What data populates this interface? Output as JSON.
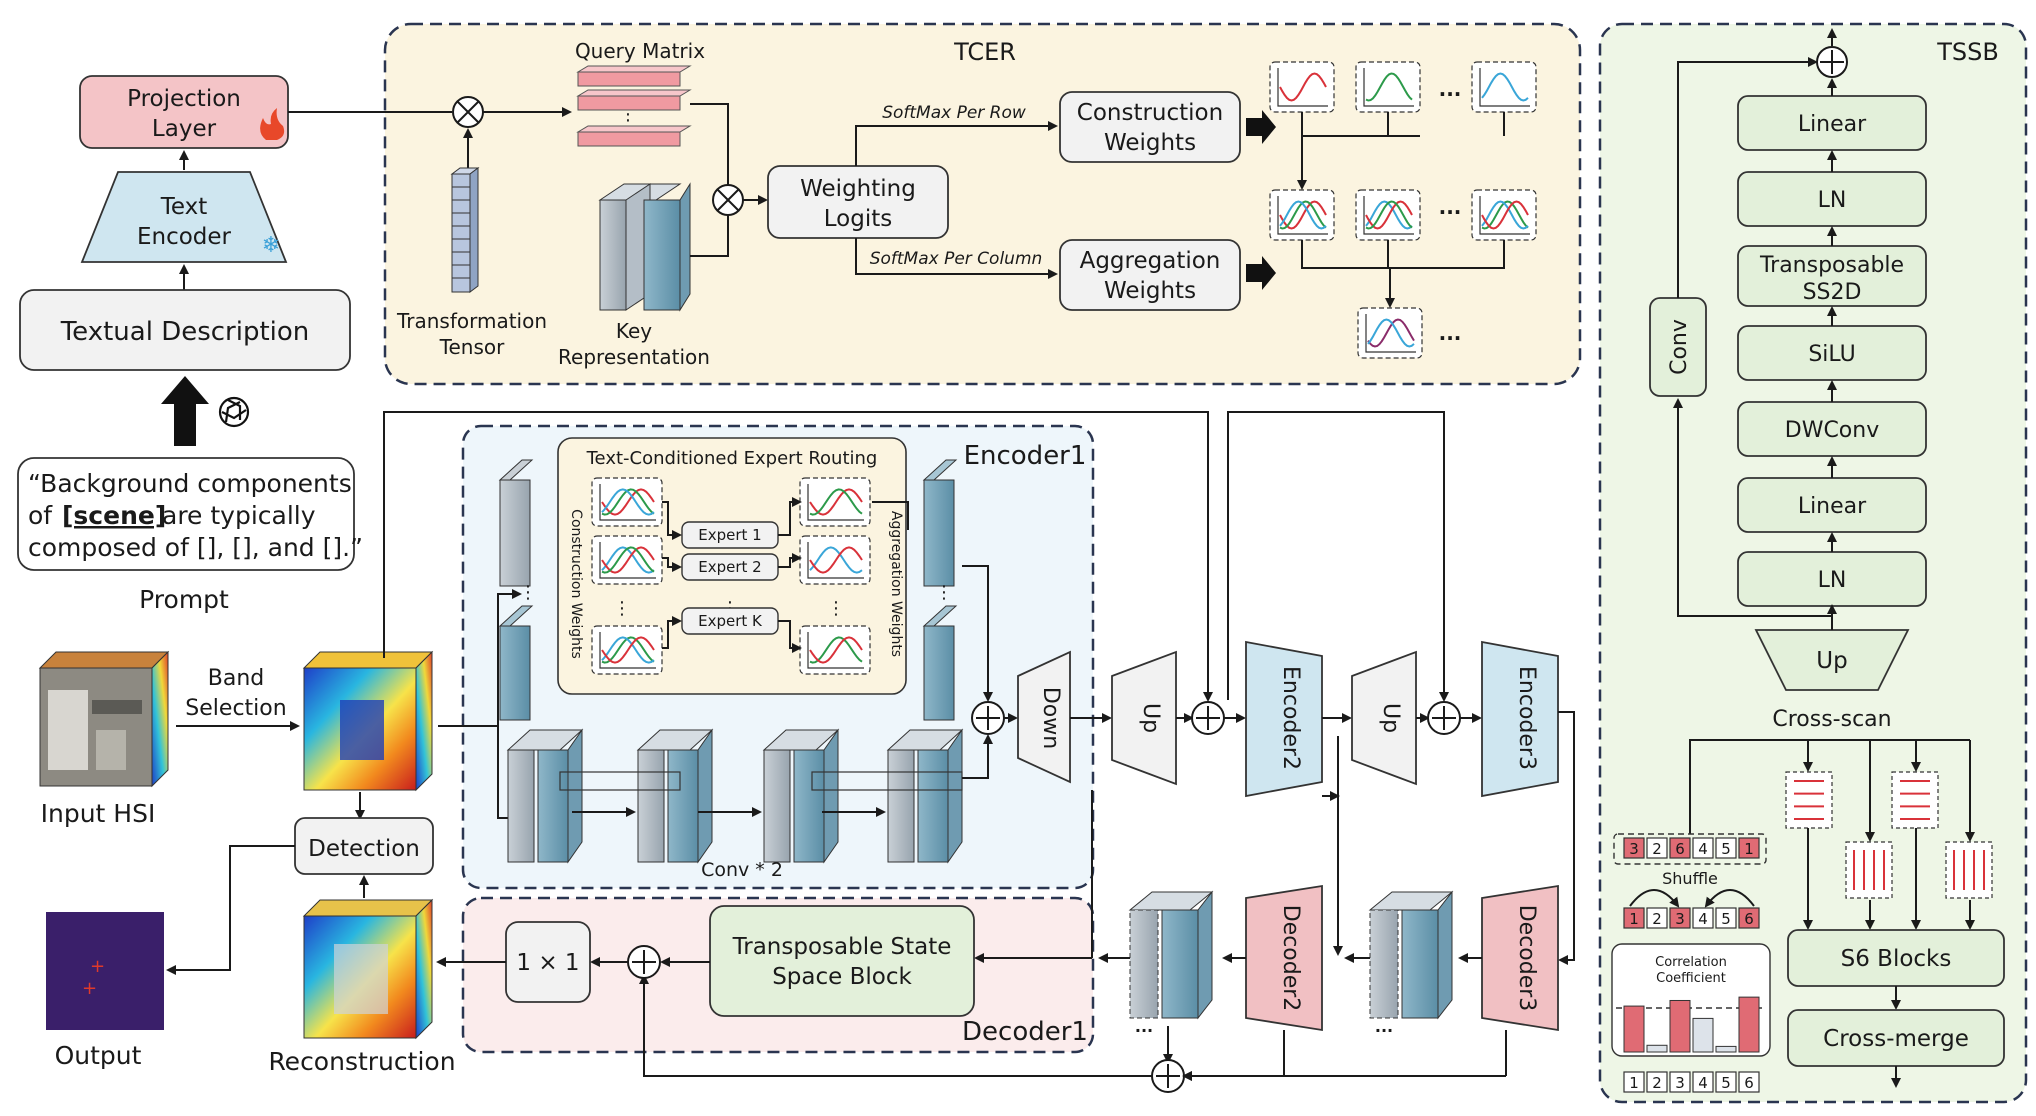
{
  "tcer": {
    "title": "TCER",
    "query_matrix": "Query Matrix",
    "transformation_tensor": [
      "Transformation",
      "Tensor"
    ],
    "key_representation": [
      "Key",
      "Representation"
    ],
    "weighting_logits": [
      "Weighting",
      "Logits"
    ],
    "softmax_row": "SoftMax Per Row",
    "softmax_col": "SoftMax Per Column",
    "construction_weights": [
      "Construction",
      "Weights"
    ],
    "aggregation_weights": [
      "Aggregation",
      "Weights"
    ],
    "dots": "..."
  },
  "left": {
    "projection_layer": [
      "Projection",
      "Layer"
    ],
    "text_encoder": [
      "Text",
      "Encoder"
    ],
    "textual_description": "Textual Description",
    "prompt_lines": [
      "“Background components",
      "of",
      "[scene]",
      "are typically",
      "composed of [], [], and [].”"
    ],
    "prompt_label": "Prompt",
    "band_selection": [
      "Band",
      "Selection"
    ],
    "input_hsi": "Input HSI",
    "detection": "Detection",
    "output": "Output",
    "reconstruction": "Reconstruction"
  },
  "encoder1": {
    "title": "Encoder1",
    "routing_title": "Text-Conditioned Expert Routing",
    "construction_weights_v": "Construction Weights",
    "aggregation_weights_v": "Aggregation Weights",
    "experts": [
      "Expert 1",
      "Expert 2",
      "Expert K"
    ],
    "conv2": "Conv * 2"
  },
  "decoder1": {
    "title": "Decoder1",
    "tssb": [
      "Transposable State",
      "Space Block"
    ],
    "conv1x1": "1 × 1"
  },
  "mid": {
    "down": "Down",
    "up": "Up",
    "encoder2": "Encoder2",
    "encoder3": "Encoder3",
    "decoder2": "Decoder2",
    "decoder3": "Decoder3"
  },
  "tssb": {
    "title": "TSSB",
    "stack": [
      "Linear",
      "LN",
      "Transposable",
      "SS2D",
      "SiLU",
      "DWConv",
      "Linear",
      "LN"
    ],
    "conv": "Conv",
    "up": "Up",
    "cross_scan": "Cross-scan",
    "shuffle": "Shuffle",
    "shuffled": [
      "3",
      "2",
      "6",
      "4",
      "5",
      "1"
    ],
    "ordered": [
      "1",
      "2",
      "3",
      "4",
      "5",
      "6"
    ],
    "correlation": [
      "Correlation",
      "Coefficient"
    ],
    "s6_blocks": "S6 Blocks",
    "cross_merge": "Cross-merge"
  },
  "colors": {
    "tcer_bg": "#fbf4e0",
    "encoder_bg": "#eef6fb",
    "decoder_bg": "#fbecec",
    "tssb_bg": "#eef6e6",
    "encoder_fill": "#cfe6f0",
    "decoder_fill": "#f1c0c3",
    "tssb_block": "#e3f0da",
    "projection_fill": "#f4c4c7",
    "highlight_red": "#e06b74"
  }
}
